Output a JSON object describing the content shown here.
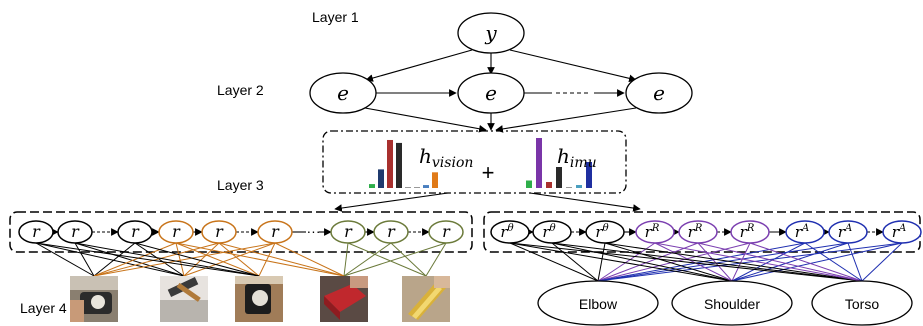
{
  "layers": {
    "layer1": "Layer 1",
    "layer2": "Layer 2",
    "layer3": "Layer 3",
    "layer4": "Layer 4"
  },
  "nodes": {
    "y": "y",
    "e": "e",
    "r": "r",
    "h_vision_base": "h",
    "h_vision_sub": "vision",
    "h_imu_base": "h",
    "h_imu_sub": "imu",
    "plus": "+",
    "r_theta_base": "r",
    "r_theta_sup": "θ",
    "r_R_sup": "R",
    "r_A_sup": "A"
  },
  "body_parts": [
    "Elbow",
    "Shoulder",
    "Torso"
  ],
  "colors": {
    "orange": "#c8741a",
    "green": "#6b7a3a",
    "purple": "#7b3fb0",
    "blue": "#1f2fb0",
    "black": "#000000"
  },
  "histograms": {
    "vision": [
      {
        "value": 0.08,
        "color": "#2eae4a"
      },
      {
        "value": 0.38,
        "color": "#1f3a6e"
      },
      {
        "value": 0.98,
        "color": "#a8302e"
      },
      {
        "value": 0.92,
        "color": "#2a2a2a"
      },
      {
        "value": 0.02,
        "color": "#999999"
      },
      {
        "value": 0.02,
        "color": "#999999"
      },
      {
        "value": 0.06,
        "color": "#4a7fbf"
      },
      {
        "value": 0.32,
        "color": "#e07a18"
      }
    ],
    "imu": [
      {
        "value": 0.15,
        "color": "#2eae4a"
      },
      {
        "value": 1.0,
        "color": "#7a35a8"
      },
      {
        "value": 0.12,
        "color": "#a8302e"
      },
      {
        "value": 0.42,
        "color": "#2a2a2a"
      },
      {
        "value": 0.02,
        "color": "#999999"
      },
      {
        "value": 0.06,
        "color": "#4a9fbf"
      },
      {
        "value": 0.52,
        "color": "#1f2fa0"
      }
    ]
  }
}
